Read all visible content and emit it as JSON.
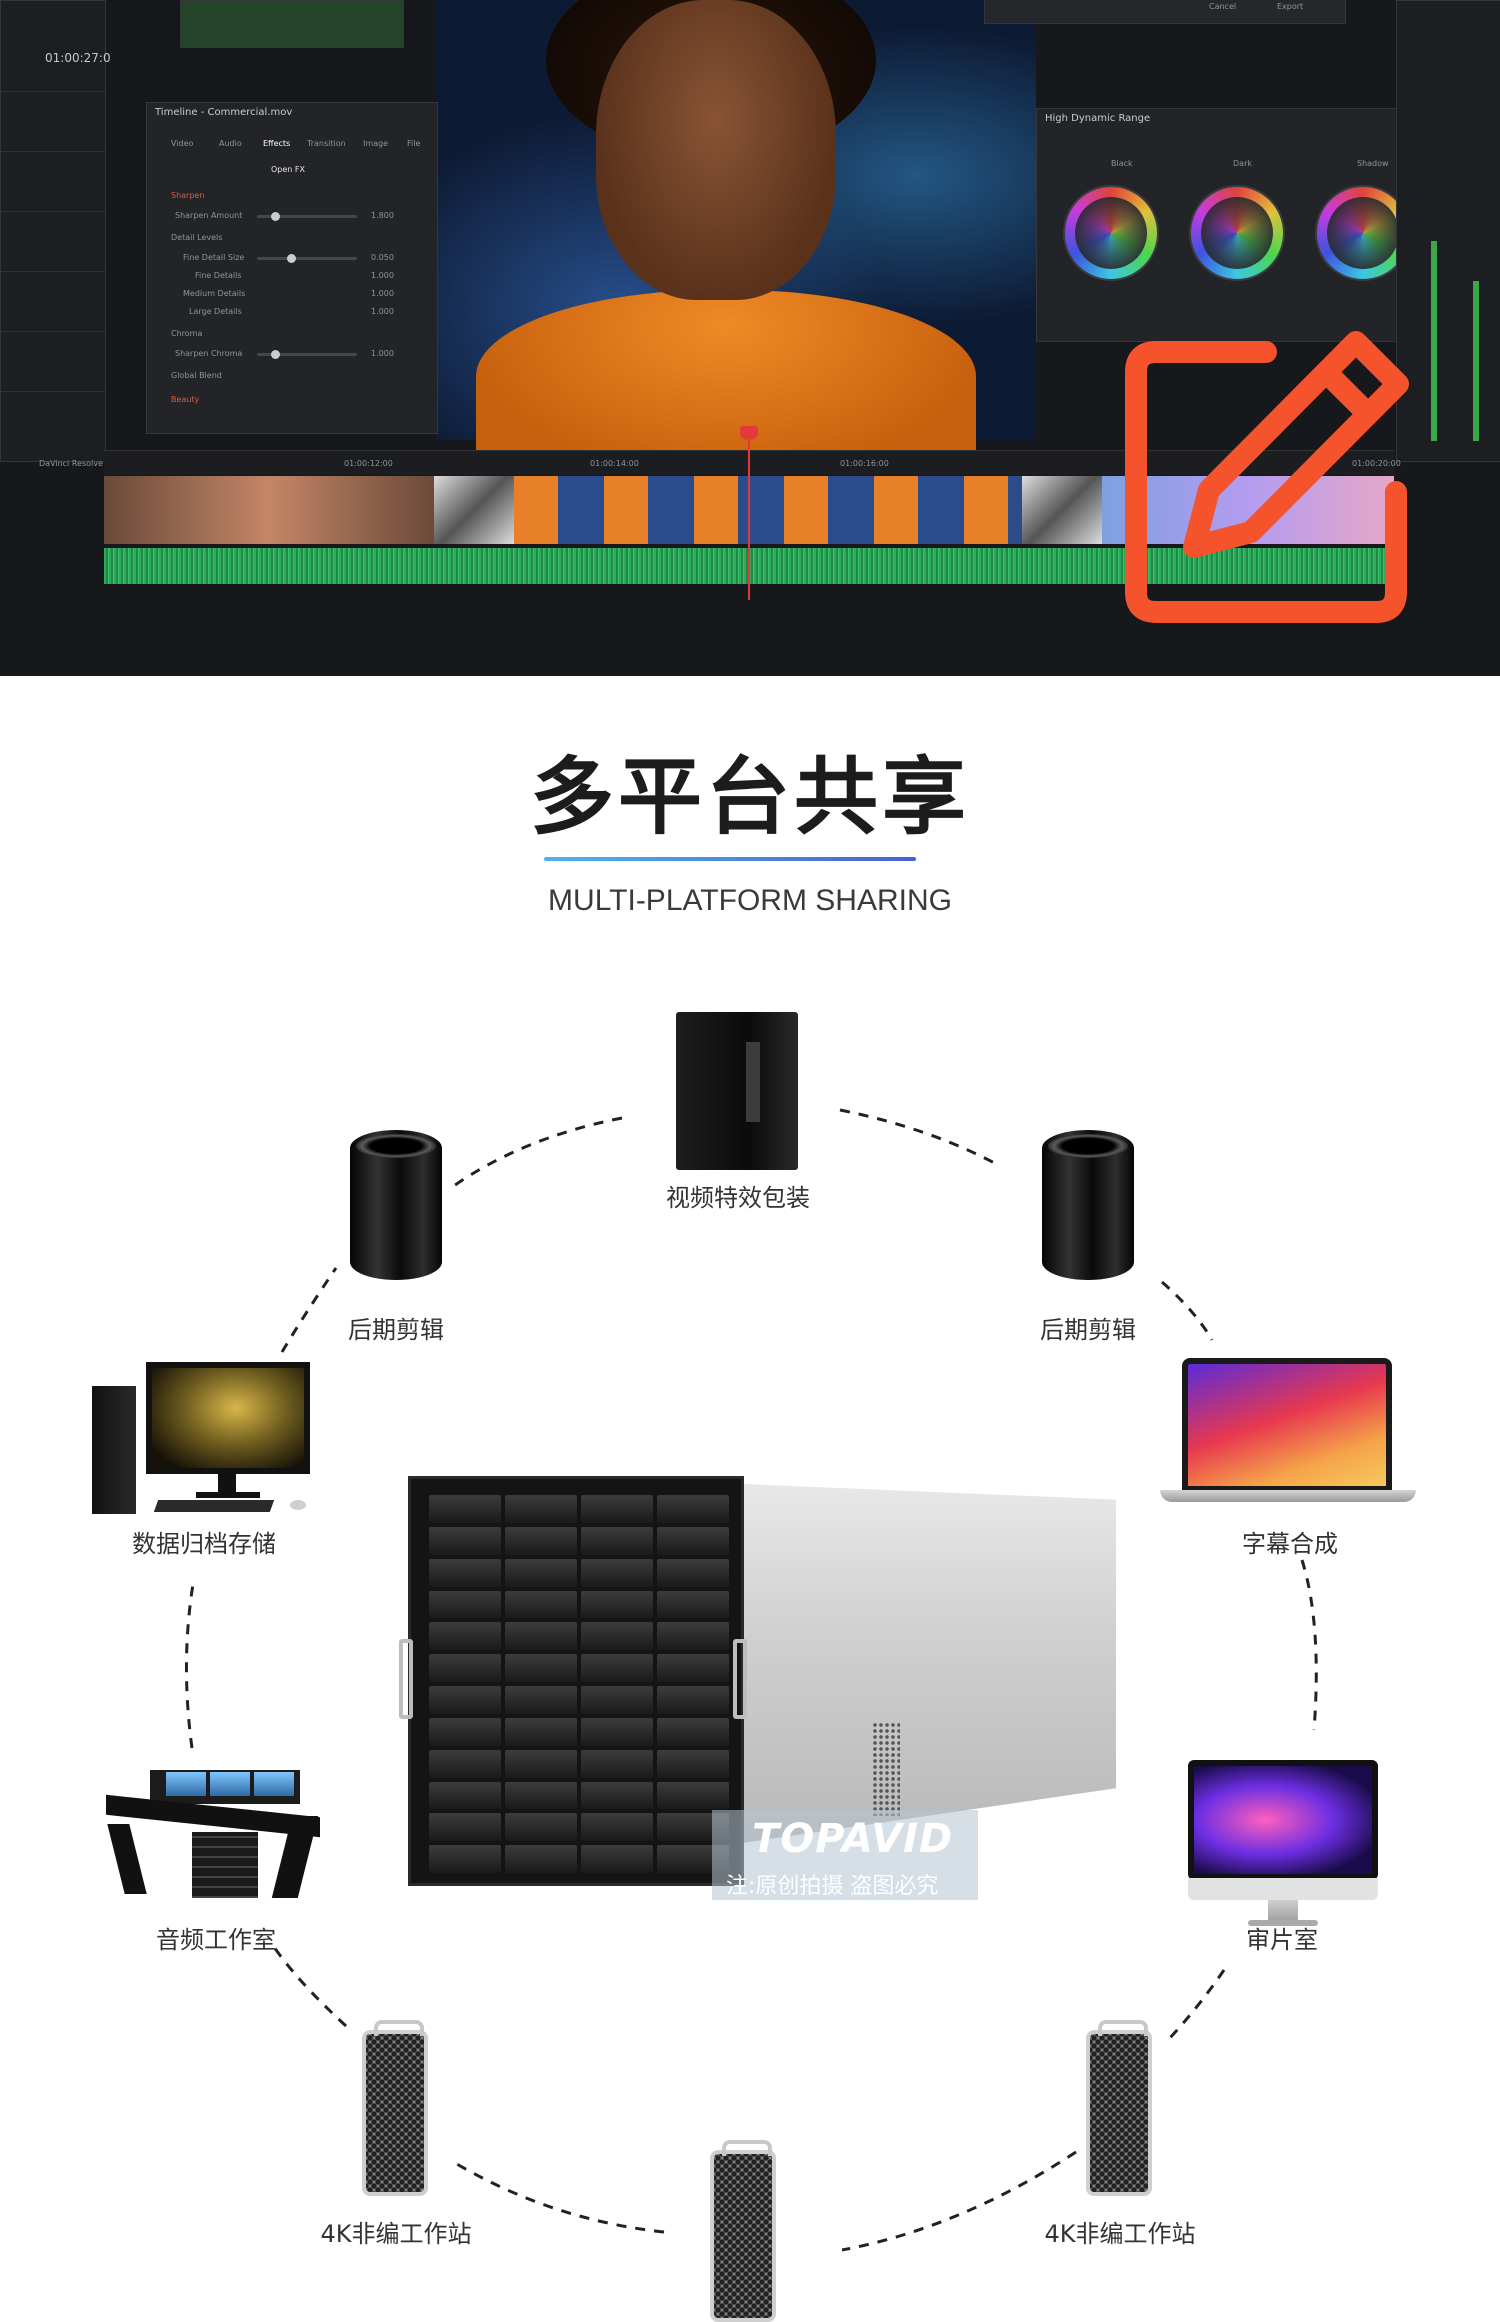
{
  "editor_banner": {
    "timecode": "01:00:27:0",
    "inspector": {
      "title": "Timeline - Commercial.mov",
      "tabs": [
        "Video",
        "Audio",
        "Effects",
        "Transition",
        "Image",
        "File"
      ],
      "open_fx": "Open FX",
      "sections": [
        "Sharpen",
        "Sharpen Amount",
        "Detail Levels",
        "Fine Detail Size",
        "Fine Details",
        "Medium Details",
        "Large Details",
        "Chroma",
        "Sharpen Chroma",
        "Global Blend",
        "Beauty"
      ],
      "values": [
        "1.800",
        "0.050",
        "1.000",
        "1.000",
        "1.000",
        "1.000"
      ]
    },
    "hdr_panel": {
      "title": "High Dynamic Range",
      "wheels": [
        "Black",
        "Dark",
        "Shadow"
      ]
    },
    "dialog_buttons": [
      "Cancel",
      "Export"
    ],
    "ruler_timecodes": [
      "01:00:12:00",
      "01:00:14:00",
      "01:00:16:00",
      "01:00:20:00"
    ],
    "brand_text": "DaVinci Resolve",
    "edit_icon": "pencil-edit-icon",
    "accent_color": "#f4532b"
  },
  "heading": {
    "title": "多平台共享",
    "subtitle": "MULTI-PLATFORM SHARING"
  },
  "nodes": [
    {
      "label": "视频特效包装",
      "icon": "workstation-tower-icon"
    },
    {
      "label": "后期剪辑",
      "icon": "mac-pro-cylinder-icon"
    },
    {
      "label": "后期剪辑",
      "icon": "mac-pro-cylinder-icon"
    },
    {
      "label": "数据归档存储",
      "icon": "desktop-pc-icon"
    },
    {
      "label": "字幕合成",
      "icon": "laptop-icon"
    },
    {
      "label": "音频工作室",
      "icon": "audio-studio-icon"
    },
    {
      "label": "审片室",
      "icon": "imac-icon"
    },
    {
      "label": "4K非编工作站",
      "icon": "mac-pro-tower-icon"
    },
    {
      "label": "4K非编工作站",
      "icon": "mac-pro-tower-icon"
    }
  ],
  "center_device": {
    "icon": "storage-server-chassis-icon",
    "watermark_logo": "TOPAVID",
    "watermark_text": "注:原创拍摄 盗图必究"
  }
}
